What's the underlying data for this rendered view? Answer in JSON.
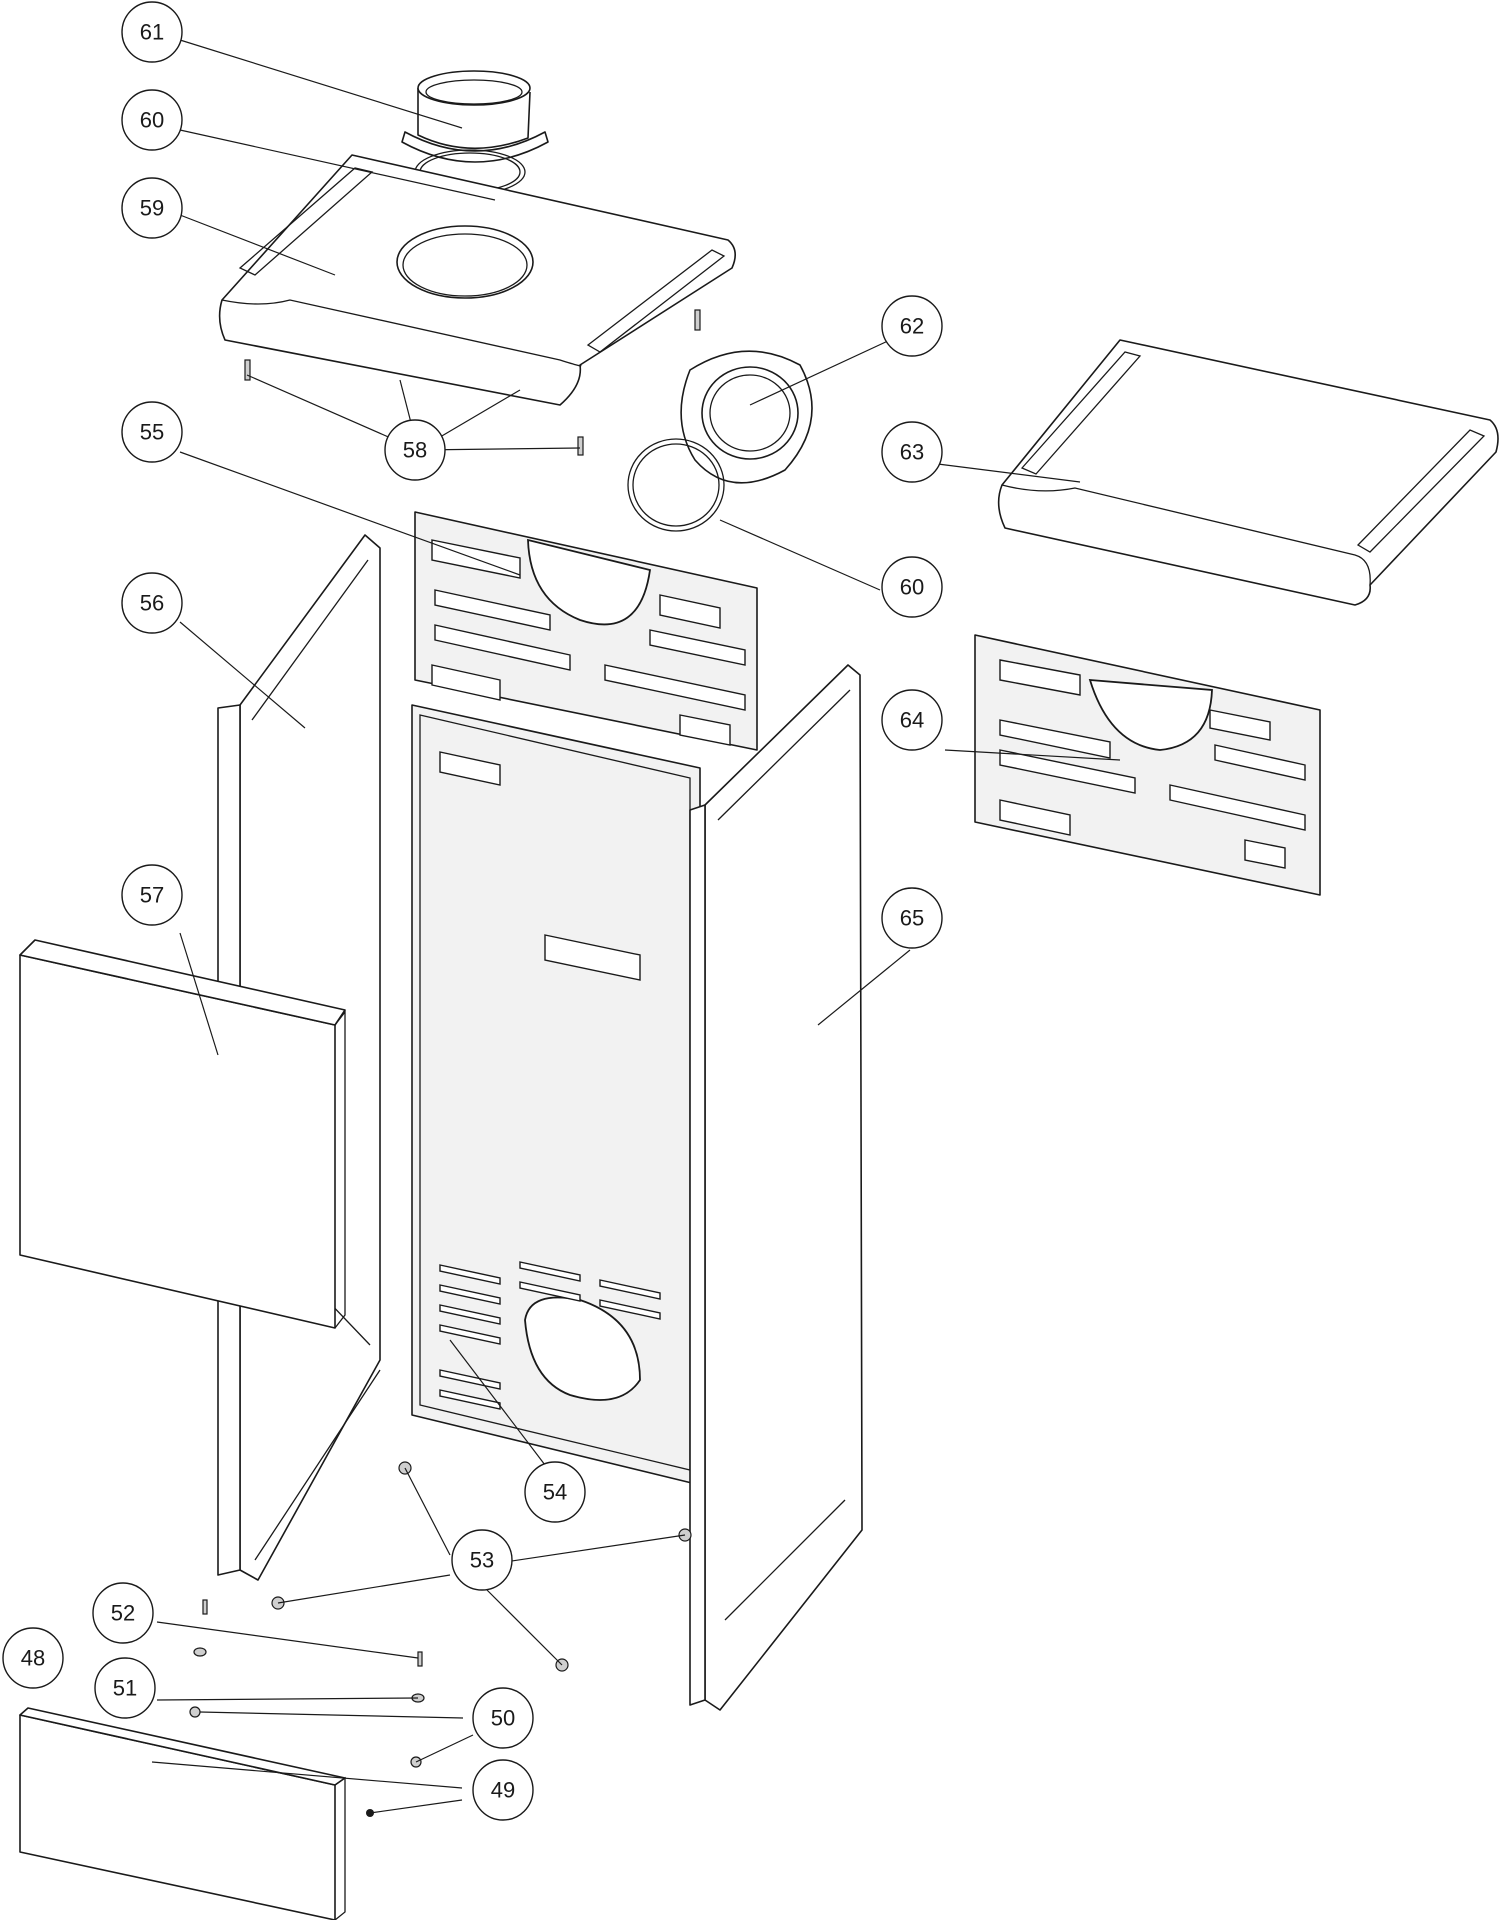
{
  "callouts": {
    "c61": "61",
    "c60a": "60",
    "c59": "59",
    "c62": "62",
    "c58": "58",
    "c55": "55",
    "c63": "63",
    "c60b": "60",
    "c56": "56",
    "c64": "64",
    "c57": "57",
    "c65": "65",
    "c54": "54",
    "c53": "53",
    "c52": "52",
    "c48": "48",
    "c51": "51",
    "c50": "50",
    "c49": "49"
  },
  "colors": {
    "line": "#1a1a1a",
    "background": "#ffffff"
  }
}
